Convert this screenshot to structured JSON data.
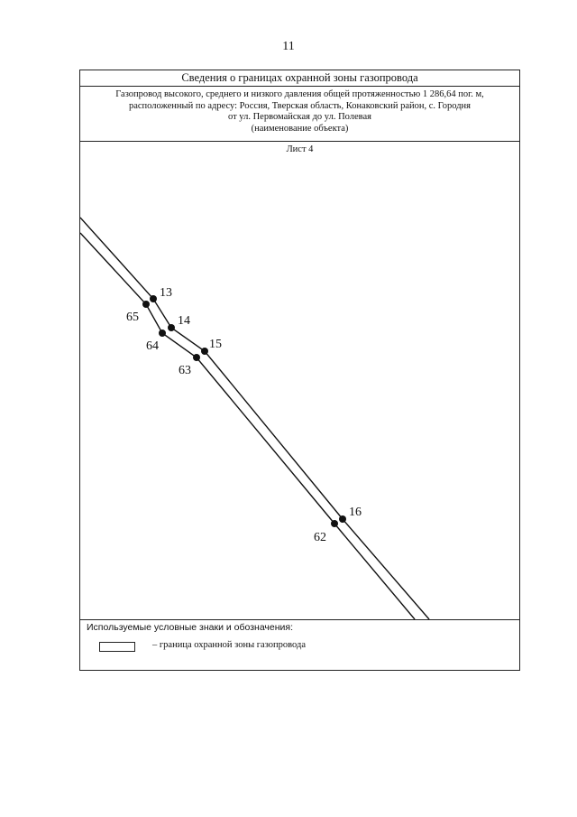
{
  "page_number": "11",
  "header": {
    "title": "Сведения о границах охранной зоны газопровода",
    "object_lines": [
      "Газопровод высокого, среднего и низкого давления общей протяженностью 1 286,64 пог. м,",
      "расположенный по адресу: Россия, Тверская область, Конаковский район, с. Городня",
      "от ул. Первомайская до ул. Полевая",
      "(наименование объекта)"
    ]
  },
  "sheet_label": "Лист 4",
  "points": [
    {
      "id": "13"
    },
    {
      "id": "14"
    },
    {
      "id": "15"
    },
    {
      "id": "16"
    },
    {
      "id": "62"
    },
    {
      "id": "63"
    },
    {
      "id": "64"
    },
    {
      "id": "65"
    }
  ],
  "legend": {
    "title": "Используемые условные знаки и обозначения:",
    "item_text": "– граница охранной зоны газопровода"
  }
}
